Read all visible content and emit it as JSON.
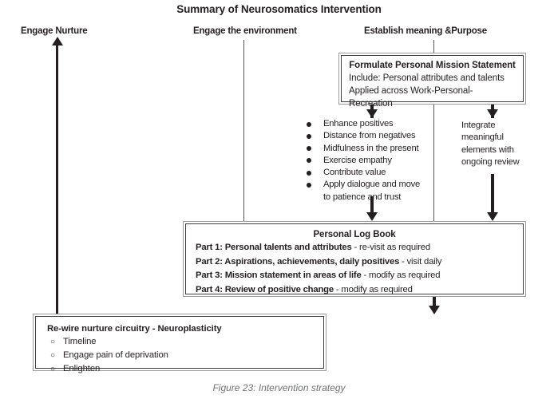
{
  "figure": {
    "title": "Summary of Neurosomatics Intervention",
    "caption": "Figure 23: Intervention strategy"
  },
  "columns": {
    "nurture": "Engage Nurture",
    "environment": "Engage the environment",
    "meaning": "Establish meaning &Purpose"
  },
  "mission_box": {
    "title": "Formulate Personal Mission Statement",
    "line1": "Include: Personal attributes and talents",
    "line2": "Applied across Work-Personal-Recreation"
  },
  "bullets": [
    {
      "text": "Enhance positives",
      "cont": ""
    },
    {
      "text": "Distance from negatives",
      "cont": ""
    },
    {
      "text": "Midfulness in the present",
      "cont": ""
    },
    {
      "text": "Exercise empathy",
      "cont": ""
    },
    {
      "text": "Contribute value",
      "cont": ""
    },
    {
      "text": "Apply dialogue and move",
      "cont": "to patience and trust"
    }
  ],
  "integrate_text": "Integrate meaningful elements with ongoing review",
  "logbook": {
    "title": "Personal Log Book",
    "parts": [
      {
        "lead": "Part 1: Personal talents and attributes",
        "tail": " - re-visit as required"
      },
      {
        "lead": "Part 2: Aspirations, achievements, daily positives",
        "tail": " - visit daily"
      },
      {
        "lead": "Part 3: Mission statement in areas of life",
        "tail": " - modify as required"
      },
      {
        "lead": "Part 4: Review of positive change",
        "tail": " - modify as required"
      }
    ]
  },
  "rewire": {
    "title": "Re-wire nurture circuitry - Neuroplasticity",
    "bullet_glyph": "○",
    "items": [
      "Timeline",
      "Engage pain of deprivation",
      "Enlighten"
    ]
  },
  "colors": {
    "ink": "#231f20",
    "rule_light": "#9b9b9b",
    "rule_dark": "#3f3f3f",
    "caption": "#6f7173"
  }
}
